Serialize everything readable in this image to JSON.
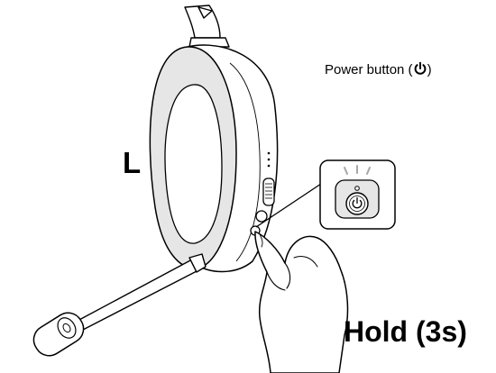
{
  "labels": {
    "power_button": "Power button (",
    "power_button_close": ")",
    "side": "L",
    "hold": "Hold (3s)"
  },
  "icons": {
    "power": "power-icon",
    "press_indicator": "press-rays-icon"
  },
  "colors": {
    "line": "#000000",
    "cushion_fill": "#e6e6e6",
    "earcup_fill": "#ffffff",
    "ray": "#a6a6a6"
  }
}
